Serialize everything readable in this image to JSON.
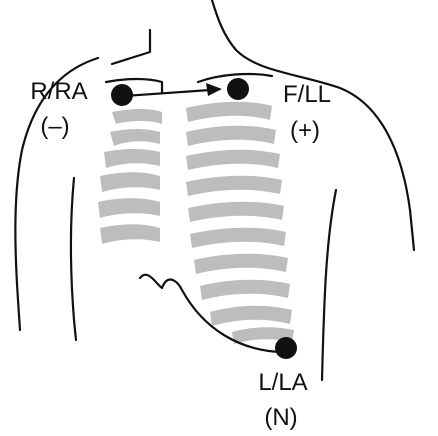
{
  "labels": {
    "ra_name": "R/RA",
    "ra_polarity": "(–)",
    "ll_name": "F/LL",
    "ll_polarity": "(+)",
    "la_name": "L/LA",
    "la_polarity": "(N)"
  },
  "colors": {
    "outline": "#111111",
    "ribs": "#bdbdbd",
    "electrode": "#111111",
    "background": "#ffffff"
  },
  "icons": {
    "electrode": "electrode-dot-icon",
    "lead_vector": "arrow-right-icon"
  }
}
